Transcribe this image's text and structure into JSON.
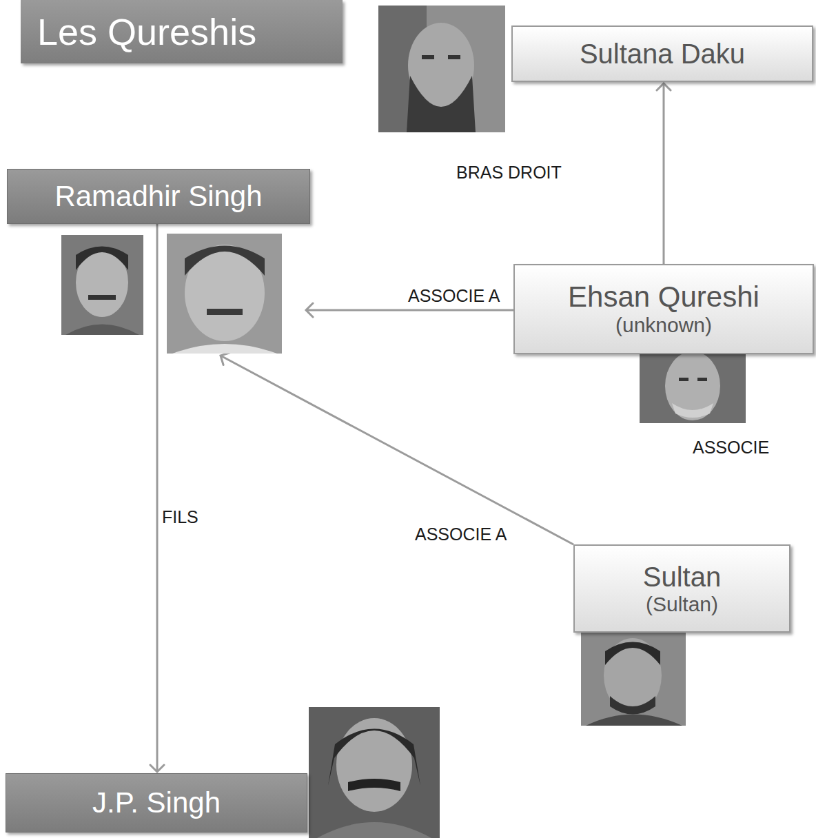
{
  "diagram": {
    "title": "Les Qureshis",
    "nodes": [
      {
        "text": [
          "Sultana Daku"
        ]
      },
      {
        "text": [
          "Ramadhir Singh"
        ]
      },
      {
        "text": [
          "Ehsan Qureshi",
          "(unknown)"
        ]
      },
      {
        "text": [
          "Sultan",
          "(Sultan)"
        ]
      },
      {
        "text": [
          "J.P. Singh"
        ]
      }
    ],
    "edges": [
      {
        "from": 2,
        "to": 0,
        "label": "BRAS DROIT",
        "arrow": "to"
      },
      {
        "from": 2,
        "to": 1,
        "label": "ASSOCIE A",
        "arrow": "to"
      },
      {
        "from": 3,
        "to": 1,
        "label": "ASSOCIE A",
        "arrow": "to"
      },
      {
        "from": 1,
        "to": 4,
        "label": "FILS",
        "arrow": "to"
      }
    ],
    "labels": [
      "ASSOCIE"
    ]
  }
}
